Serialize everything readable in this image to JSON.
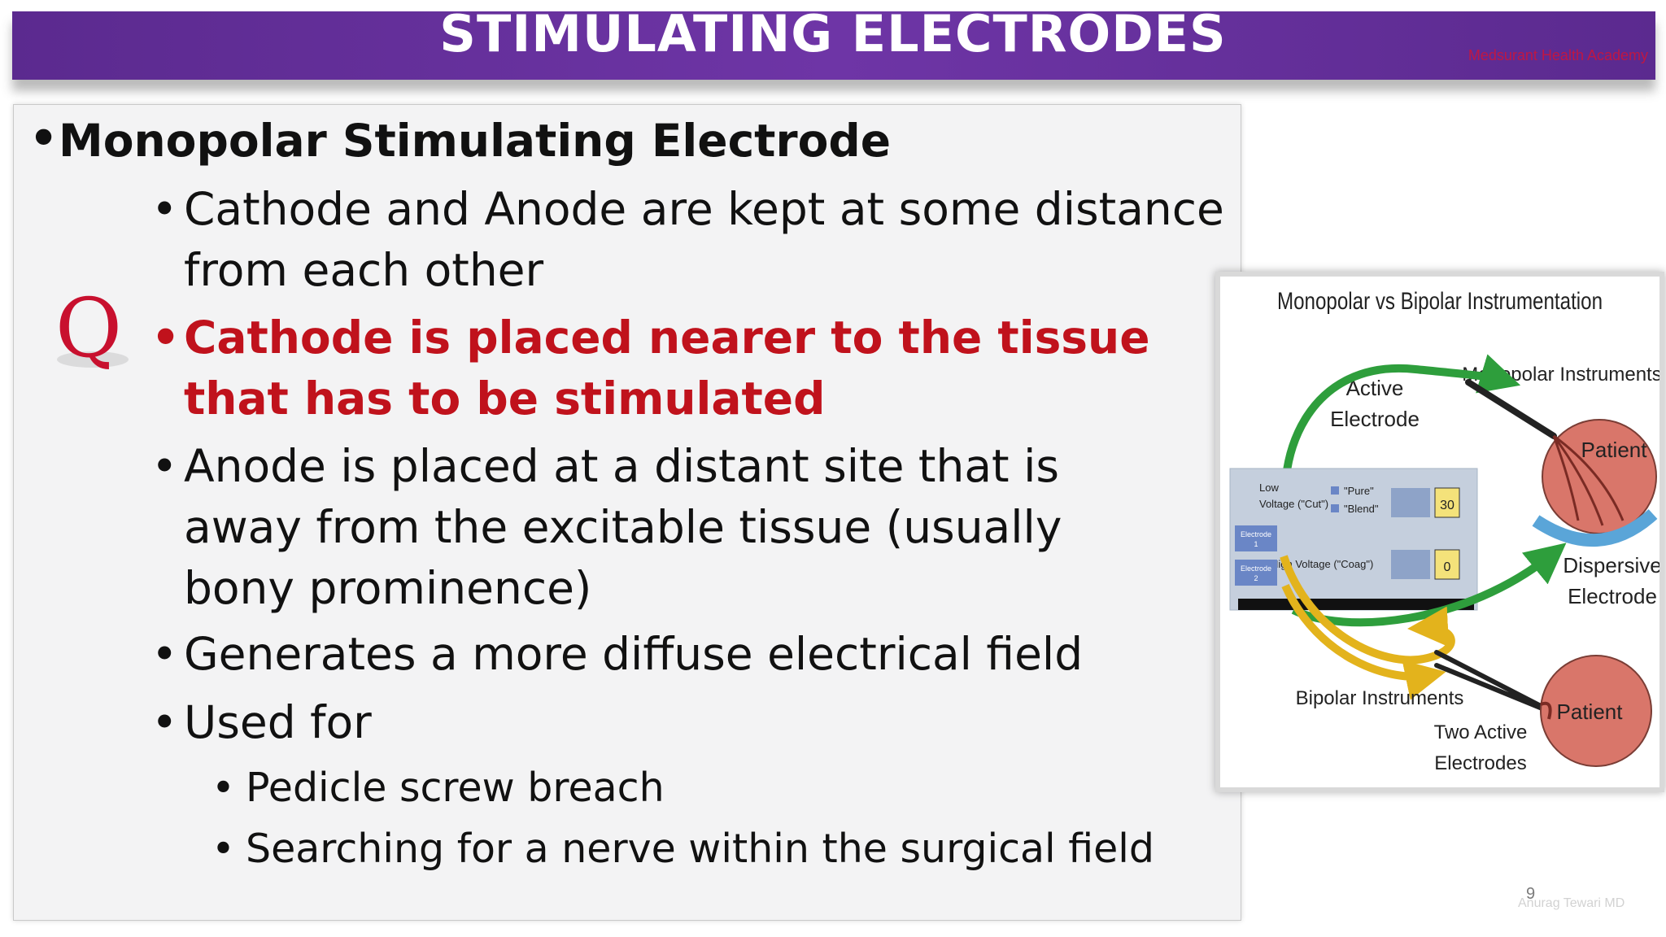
{
  "slide": {
    "title": "STIMULATING ELECTRODES",
    "watermark_top": "Medsurant Health Academy",
    "page_number": "9",
    "watermark_bottom": "Anurag Tewari MD"
  },
  "bullets": {
    "heading": "Monopolar Stimulating Electrode",
    "items": [
      "Cathode and Anode are kept at some distance from each other",
      "Cathode is placed nearer to the tissue that has to be stimulated",
      "Anode is placed at a distant site that is away from the excitable tissue (usually bony prominence)",
      "Generates a more diffuse electrical field",
      "Used for"
    ],
    "sub_items": [
      "Pedicle screw breach",
      "Searching for a nerve within the surgical field"
    ]
  },
  "figure": {
    "title": "Monopolar vs Bipolar Instrumentation",
    "labels": {
      "active_electrode": [
        "Active",
        "Electrode"
      ],
      "monopolar_instruments": "Monopolar Instruments",
      "patient_top": "Patient",
      "dispersive_electrode": [
        "Dispersive",
        "Electrode"
      ],
      "bipolar_instruments": "Bipolar Instruments",
      "two_active_electrodes": [
        "Two Active",
        "Electrodes"
      ],
      "patient_bottom": "Patient"
    },
    "generator": {
      "low_voltage": [
        "Low",
        "Voltage (\"Cut\")"
      ],
      "pure": "\"Pure\"",
      "blend": "\"Blend\"",
      "high_voltage": "High Voltage (\"Coag\")",
      "value_top": "30",
      "value_bottom": "0",
      "electrode_1": [
        "Electrode",
        "1"
      ],
      "electrode_2": [
        "Electrode",
        "2"
      ]
    },
    "colors": {
      "monopolar_arrow": "#2e9e3c",
      "bipolar_arrow": "#e3b31c",
      "patient": "#d9766a"
    }
  },
  "logo": {
    "letter": "Q",
    "color": "#c8102e"
  }
}
